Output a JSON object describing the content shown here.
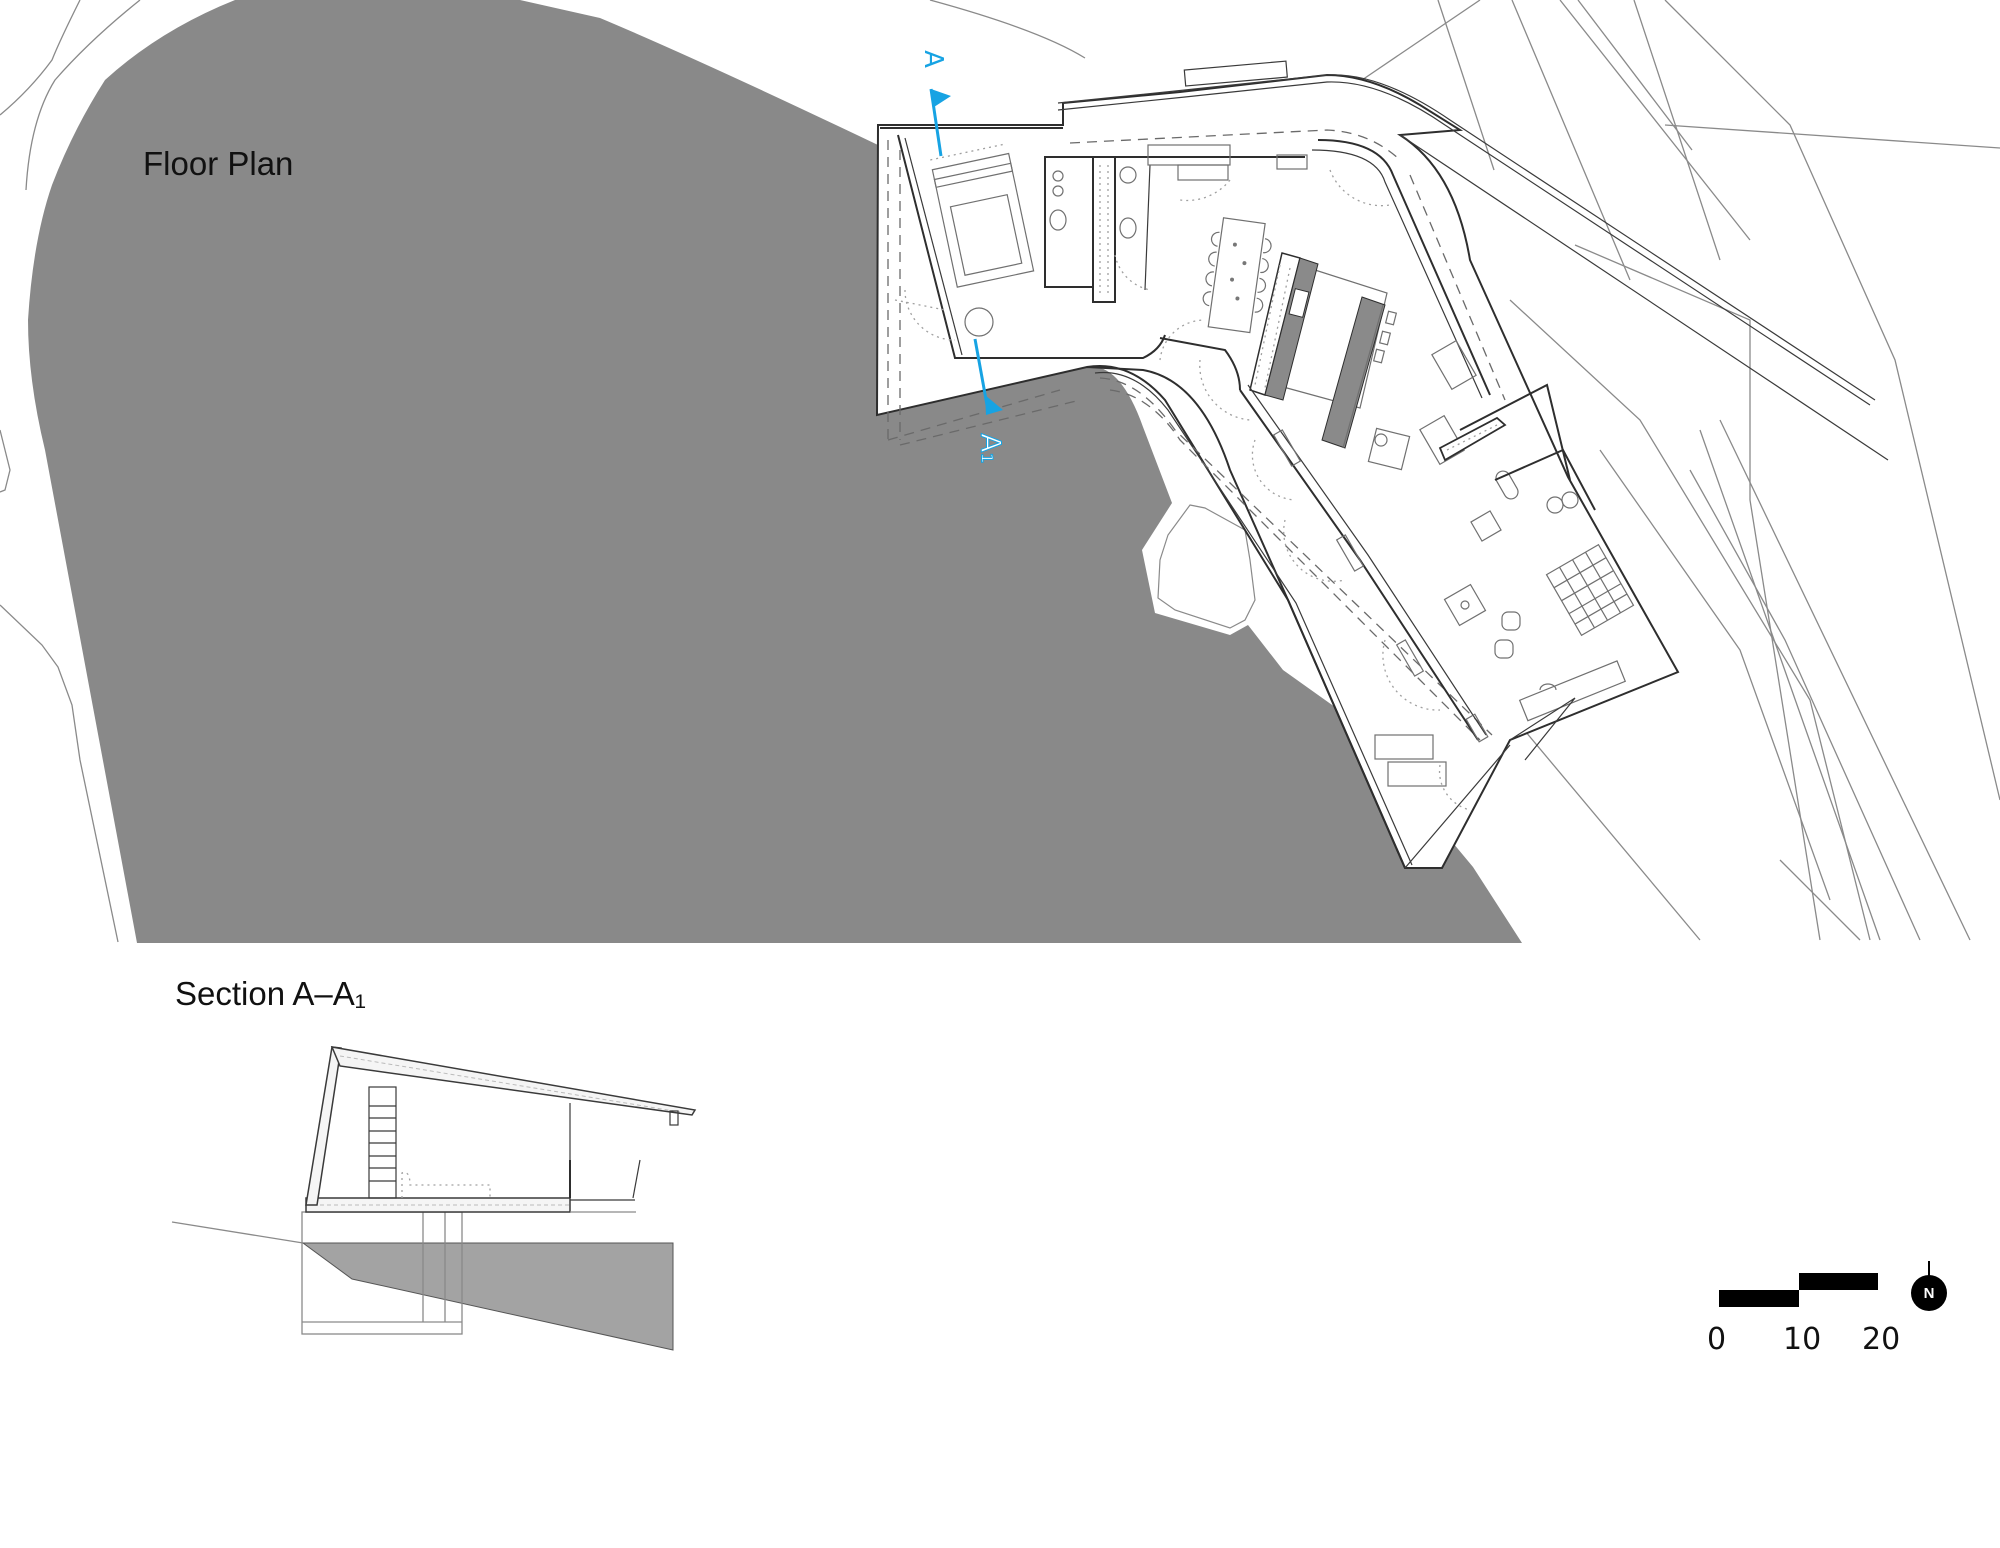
{
  "floor_plan": {
    "title": "Floor Plan",
    "terrain_color": "#898989",
    "section_marker_start": "A",
    "section_marker_end": "A₁",
    "marker_color": "#17a3e3"
  },
  "section": {
    "title": "Section A–A₁",
    "ground_color": "#a3a3a3"
  },
  "scale_bar": {
    "ticks": [
      "0",
      "10",
      "20"
    ]
  },
  "north_arrow": {
    "label": "N"
  }
}
